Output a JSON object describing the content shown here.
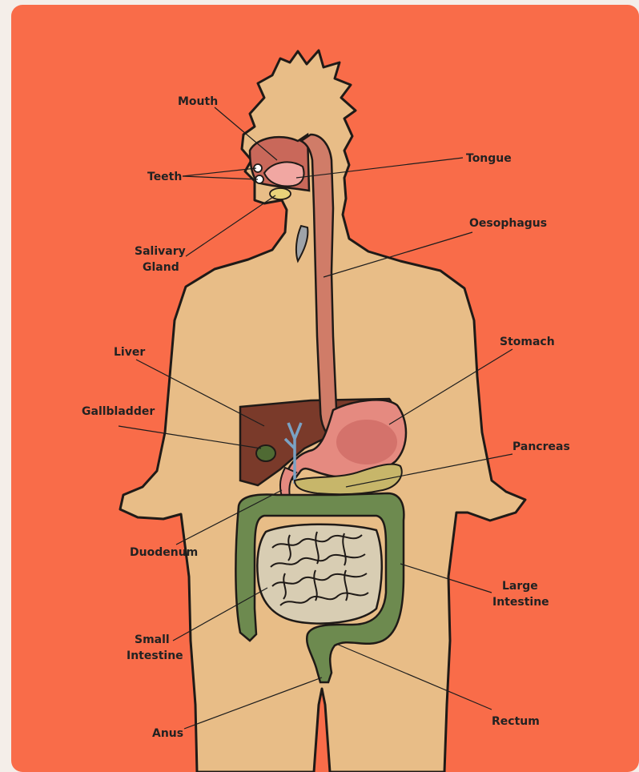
{
  "colors": {
    "background": "#f96c49",
    "skin": "#e8bd87",
    "outline": "#1f1a17",
    "liver": "#7a3a2a",
    "stomach": "#e58a80",
    "oesophagus": "#d07c68",
    "pancreas": "#c7b66a",
    "large_intestine": "#6d8a4f",
    "small_intestine": "#d8cdb3",
    "gallbladder": "#4f6a33",
    "bile_duct": "#7aa2c4"
  },
  "labels": {
    "mouth": "Mouth",
    "teeth": "Teeth",
    "salivary_gland_1": "Salivary",
    "salivary_gland_2": "Gland",
    "tongue": "Tongue",
    "oesophagus": "Oesophagus",
    "liver": "Liver",
    "stomach": "Stomach",
    "gallbladder": "Gallbladder",
    "pancreas": "Pancreas",
    "duodenum": "Duodenum",
    "large_intestine_1": "Large",
    "large_intestine_2": "Intestine",
    "small_intestine_1": "Small",
    "small_intestine_2": "Intestine",
    "rectum": "Rectum",
    "anus": "Anus"
  }
}
